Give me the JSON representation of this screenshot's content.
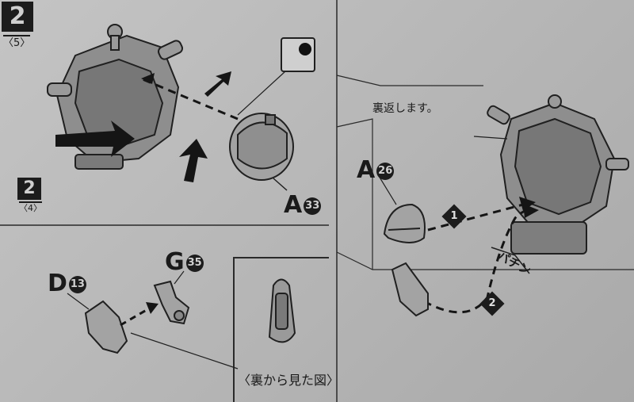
{
  "step": {
    "number": "2",
    "sub_label": "〈5〉"
  },
  "mini_step": {
    "number": "2",
    "sub_label": "〈4〉"
  },
  "parts": {
    "a33": {
      "letter": "A",
      "number": "33"
    },
    "a26": {
      "letter": "A",
      "number": "26"
    },
    "d13": {
      "letter": "D",
      "number": "13"
    },
    "g35": {
      "letter": "G",
      "number": "35"
    }
  },
  "notes": {
    "flip_over": "裏返します。",
    "snap_sound": "パチン",
    "view_from_back": "〈裏から見た図〉"
  },
  "sequence": {
    "first": "1",
    "second": "2"
  },
  "colors": {
    "paper": "#b9b9b9",
    "ink": "#1a1a1a"
  }
}
